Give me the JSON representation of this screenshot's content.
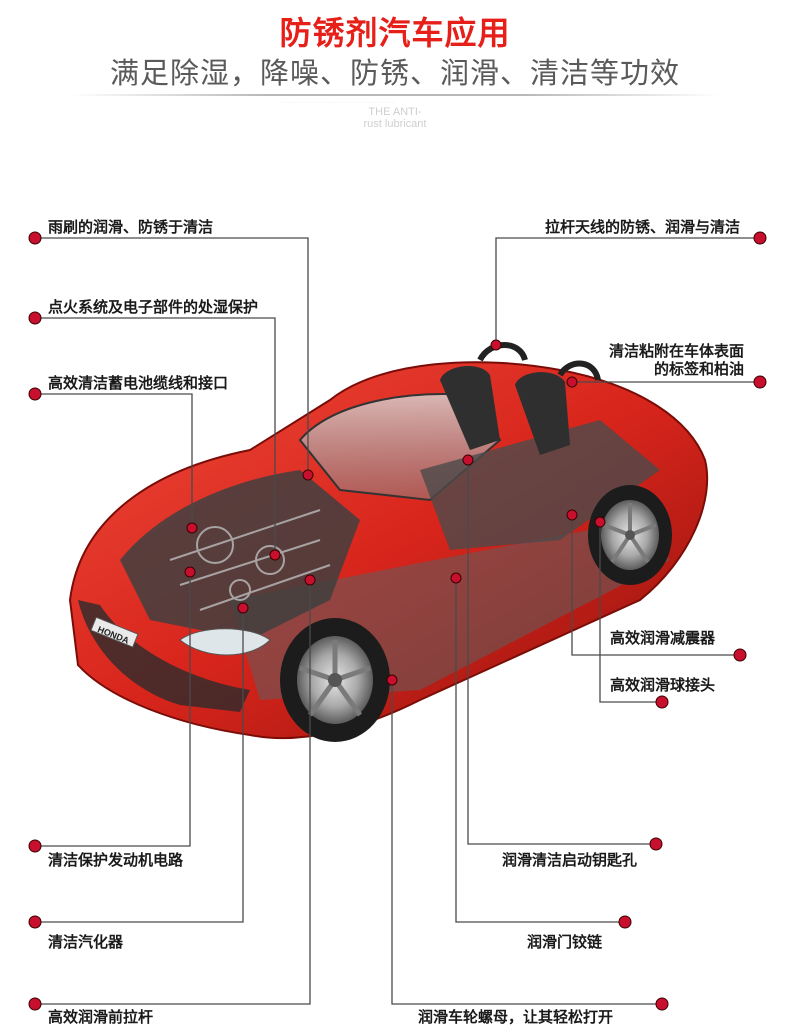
{
  "header": {
    "title": "防锈剂汽车应用",
    "subtitle": "满足除湿，降噪、防锈、润滑、清洁等功效",
    "english_line1": "THE ANTI-",
    "english_line2": "rust lubricant"
  },
  "car": {
    "brand_badge": "HONDA"
  },
  "callouts": {
    "wiper": "雨刷的润滑、防锈于清洁",
    "ignition": "点火系统及电子部件的处湿保护",
    "battery": "高效清洁蓄电池缆线和接口",
    "antenna": "拉杆天线的防锈、润滑与清洁",
    "labels_line1": "清洁粘附在车体表面",
    "labels_line2": "的标签和柏油",
    "shock": "高效润滑减震器",
    "balljoint": "高效润滑球接头",
    "engine": "清洁保护发动机电路",
    "carburetor": "清洁汽化器",
    "tierod": "高效润滑前拉杆",
    "keyhole": "润滑清洁启动钥匙孔",
    "hinge": "润滑门铰链",
    "wheelnut": "润滑车轮螺母，让其轻松打开"
  },
  "colors": {
    "accent": "#e61f19",
    "dot": "#c8102e",
    "line": "#4a4a4a",
    "car_body": "#d8251c"
  }
}
